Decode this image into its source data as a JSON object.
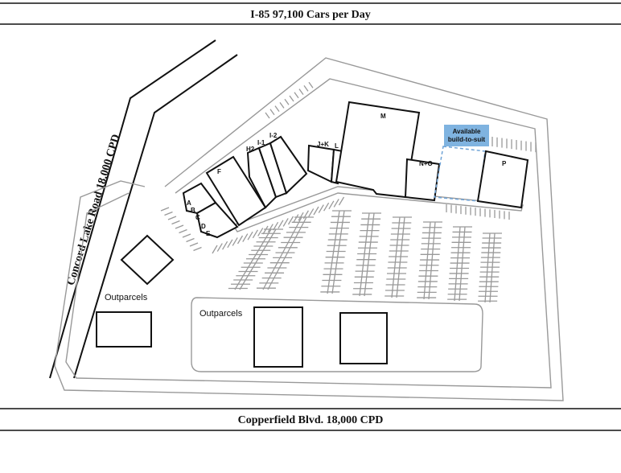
{
  "roads": {
    "top": "I-85 97,100 Cars per Day",
    "bottom": "Copperfield Blvd. 18,000 CPD",
    "left": "Concord Lake Road 18,000 CPD"
  },
  "buildings": {
    "a": "A",
    "b": "B",
    "c": "C",
    "d": "D",
    "e": "E",
    "f": "F",
    "h2": "H2",
    "i1": "I-1",
    "i2": "I-2",
    "jk": "J+K",
    "l": "L",
    "m": "M",
    "no": "N+O",
    "p": "P"
  },
  "available": {
    "line1": "Available",
    "line2": "build-to-suit",
    "color": "#7fb3e0"
  },
  "outparcels": {
    "label_left": "Outparcels",
    "label_center": "Outparcels"
  }
}
